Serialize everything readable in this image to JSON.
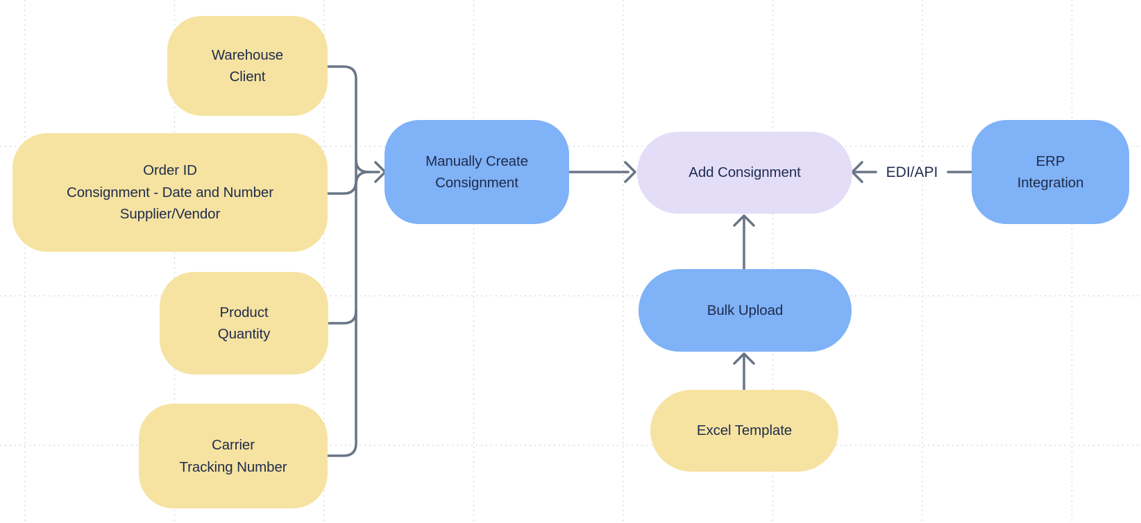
{
  "canvas": {
    "background": "#ffffff",
    "grid_color": "#cfd4dc"
  },
  "palette": {
    "yellow": "#f6e3a1",
    "blue": "#7fb2f7",
    "purple": "#e3ddf8",
    "connector": "#697586",
    "text": "#1e2b4b"
  },
  "nodes": {
    "warehouse_client": {
      "color": "yellow",
      "lines": [
        "Warehouse",
        "Client"
      ]
    },
    "order_id": {
      "color": "yellow",
      "lines": [
        "Order ID",
        "Consignment - Date and Number",
        "Supplier/Vendor"
      ]
    },
    "product_quantity": {
      "color": "yellow",
      "lines": [
        "Product",
        "Quantity"
      ]
    },
    "carrier_tracking_number": {
      "color": "yellow",
      "lines": [
        "Carrier",
        "Tracking Number"
      ]
    },
    "manually_create_consignment": {
      "color": "blue",
      "lines": [
        "Manually Create",
        "Consignment"
      ]
    },
    "add_consignment": {
      "color": "purple",
      "lines": [
        "Add Consignment"
      ]
    },
    "erp_integration": {
      "color": "blue",
      "lines": [
        "ERP",
        "Integration"
      ]
    },
    "bulk_upload": {
      "color": "blue",
      "lines": [
        "Bulk Upload"
      ]
    },
    "excel_template": {
      "color": "yellow",
      "lines": [
        "Excel Template"
      ]
    }
  },
  "edges": {
    "inputs_to_manual": {
      "from": [
        "warehouse_client",
        "order_id",
        "product_quantity",
        "carrier_tracking_number"
      ],
      "to": "manually_create_consignment",
      "label": ""
    },
    "manual_to_add": {
      "from": "manually_create_consignment",
      "to": "add_consignment",
      "label": ""
    },
    "erp_to_add": {
      "from": "erp_integration",
      "to": "add_consignment",
      "label": "EDI/API"
    },
    "bulk_to_add": {
      "from": "bulk_upload",
      "to": "add_consignment",
      "label": ""
    },
    "excel_to_bulk": {
      "from": "excel_template",
      "to": "bulk_upload",
      "label": ""
    }
  }
}
